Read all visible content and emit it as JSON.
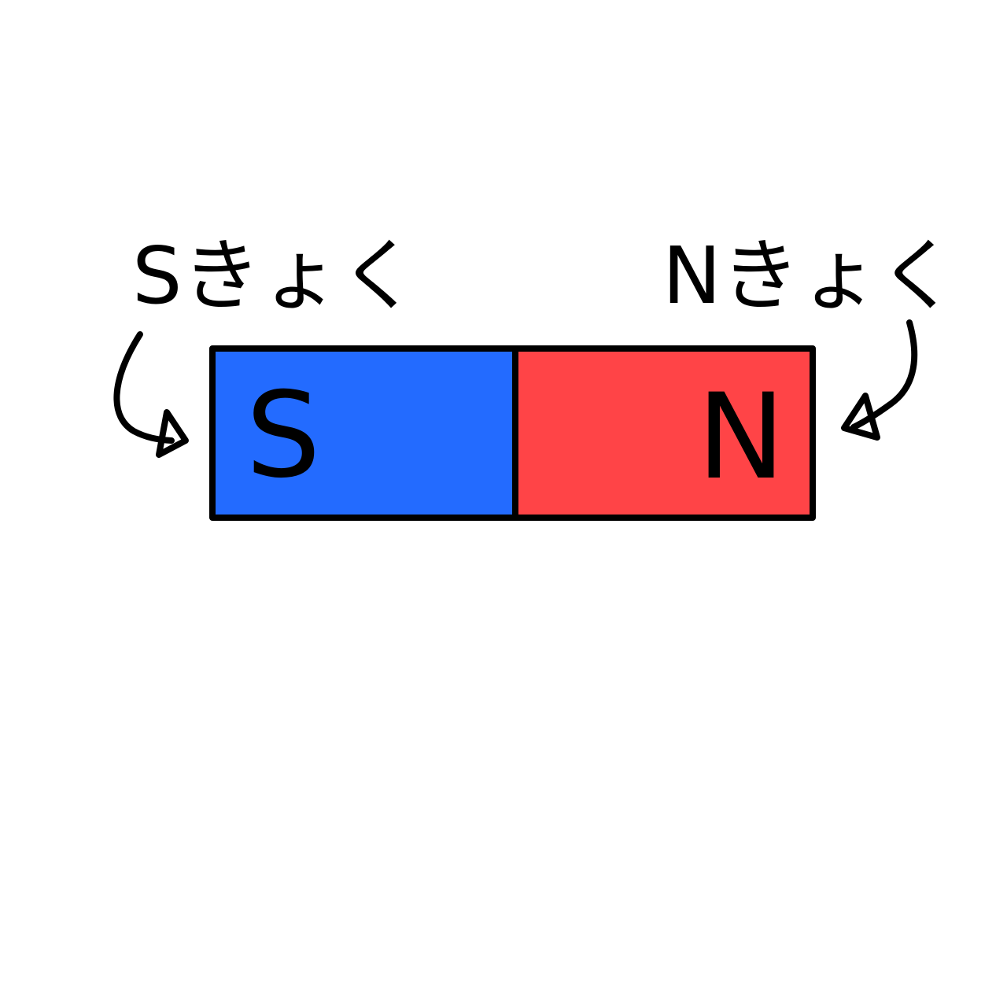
{
  "magnet": {
    "south": {
      "letter": "S",
      "color": "#236BFF"
    },
    "north": {
      "letter": "N",
      "color": "#FF4447"
    }
  },
  "captions": {
    "south": "Sきょく",
    "north": "Nきょく"
  },
  "style": {
    "outline_color": "#000000",
    "background": "#ffffff"
  }
}
